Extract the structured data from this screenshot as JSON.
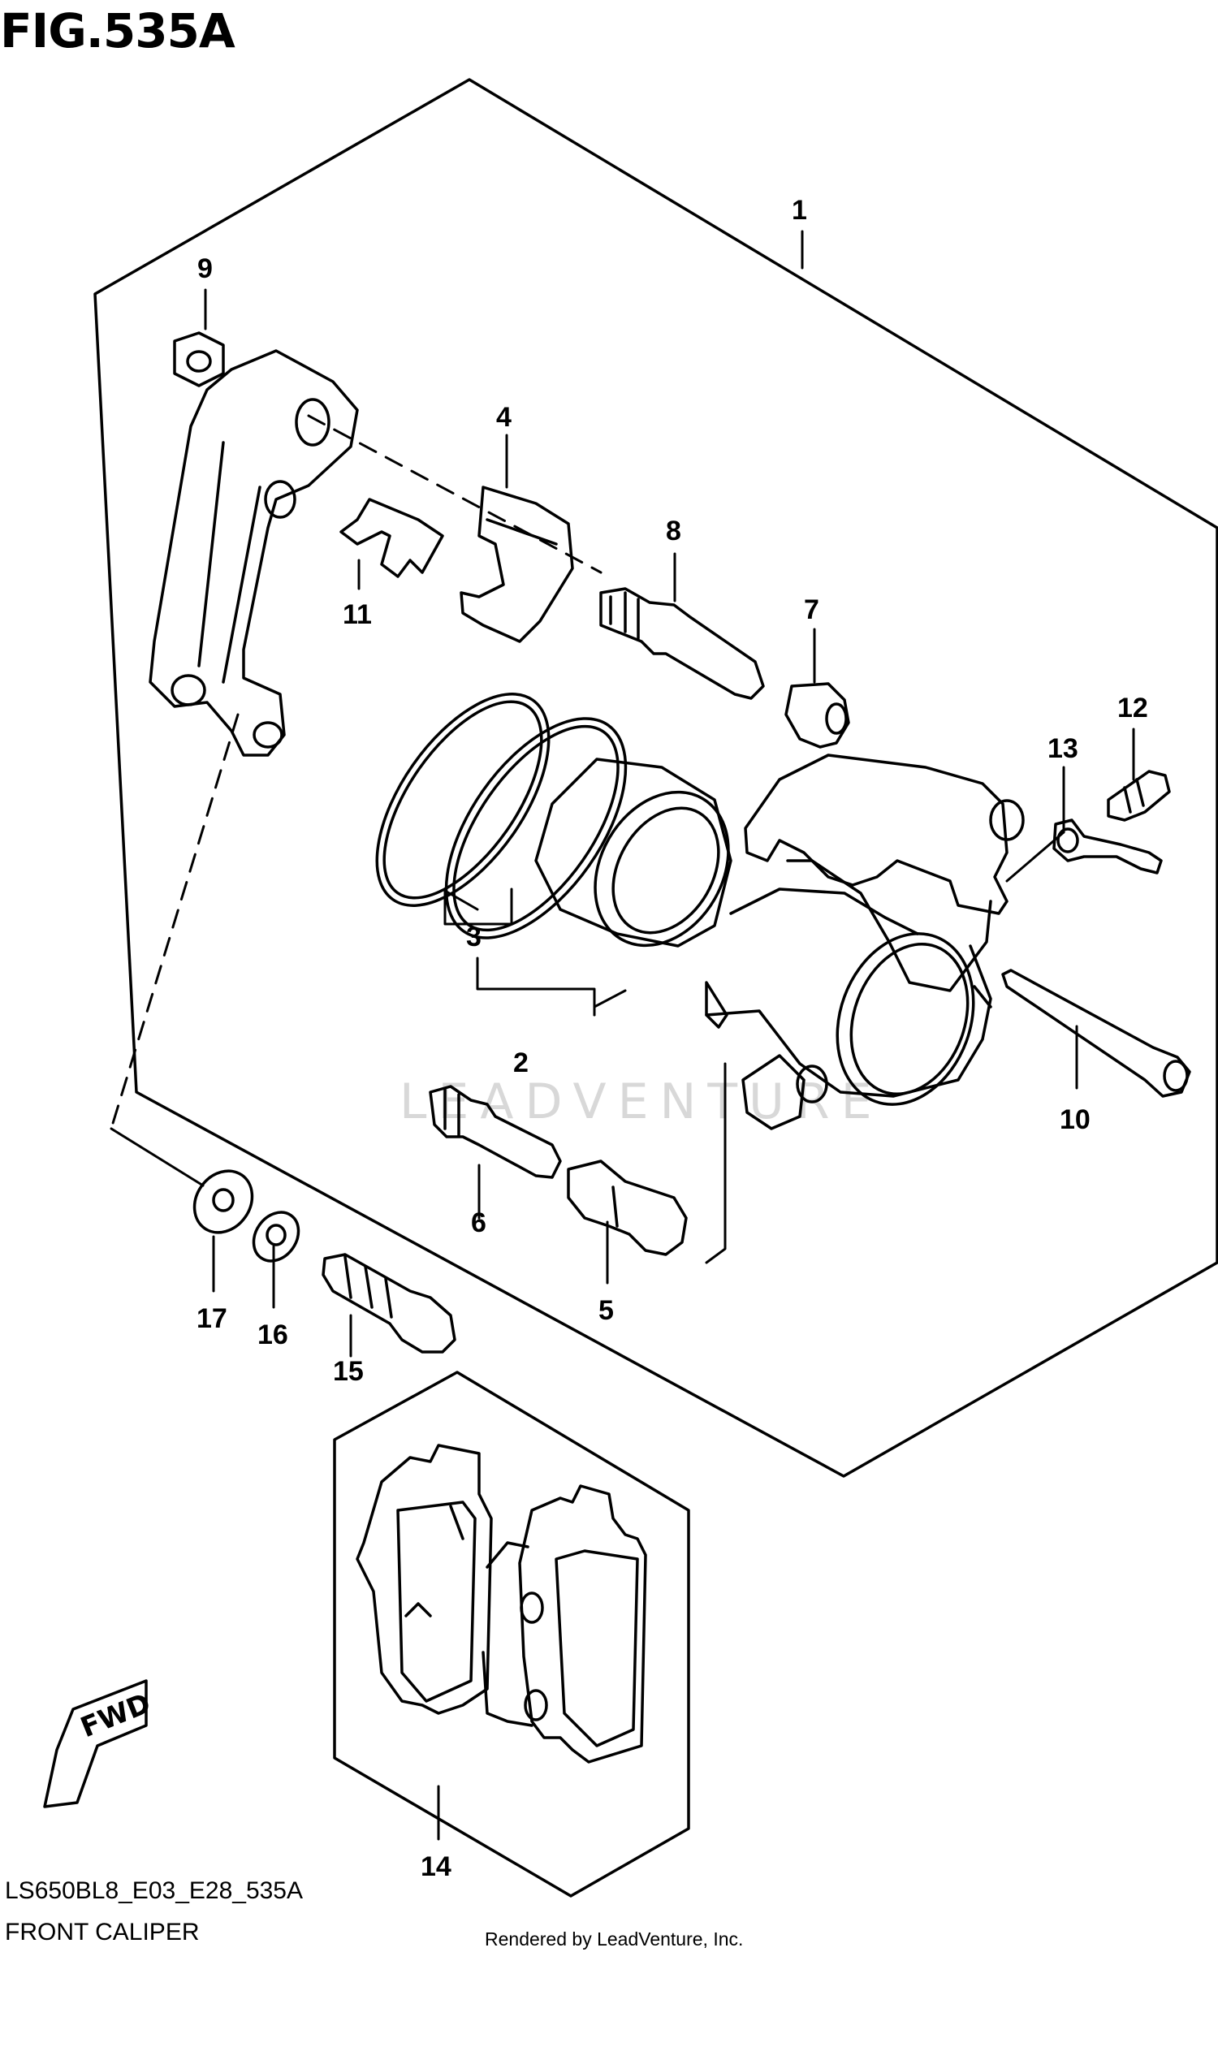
{
  "figure": {
    "title": "FIG.535A",
    "code": "LS650BL8_E03_E28_535A",
    "name": "FRONT CALIPER"
  },
  "rendered_by": "Rendered by LeadVenture, Inc.",
  "watermark": "LEADVENTURE",
  "direction_label": "FWD",
  "callouts": [
    {
      "id": "c1",
      "label": "1",
      "part": "caliper-assembly"
    },
    {
      "id": "c2",
      "label": "2",
      "part": "piston"
    },
    {
      "id": "c3",
      "label": "3",
      "part": "seal-set"
    },
    {
      "id": "c4",
      "label": "4",
      "part": "pad-spring"
    },
    {
      "id": "c5",
      "label": "5",
      "part": "boot"
    },
    {
      "id": "c6",
      "label": "6",
      "part": "slide-pin"
    },
    {
      "id": "c7",
      "label": "7",
      "part": "boot-small"
    },
    {
      "id": "c8",
      "label": "8",
      "part": "slide-pin-long"
    },
    {
      "id": "c9",
      "label": "9",
      "part": "nut"
    },
    {
      "id": "c10",
      "label": "10",
      "part": "pad-mounting-pin"
    },
    {
      "id": "c11",
      "label": "11",
      "part": "spring-clip"
    },
    {
      "id": "c12",
      "label": "12",
      "part": "bleeder-valve"
    },
    {
      "id": "c13",
      "label": "13",
      "part": "bleeder-cap"
    },
    {
      "id": "c14",
      "label": "14",
      "part": "brake-pad-set"
    },
    {
      "id": "c15",
      "label": "15",
      "part": "caliper-mounting-bolt"
    },
    {
      "id": "c16",
      "label": "16",
      "part": "lock-washer"
    },
    {
      "id": "c17",
      "label": "17",
      "part": "washer"
    }
  ]
}
